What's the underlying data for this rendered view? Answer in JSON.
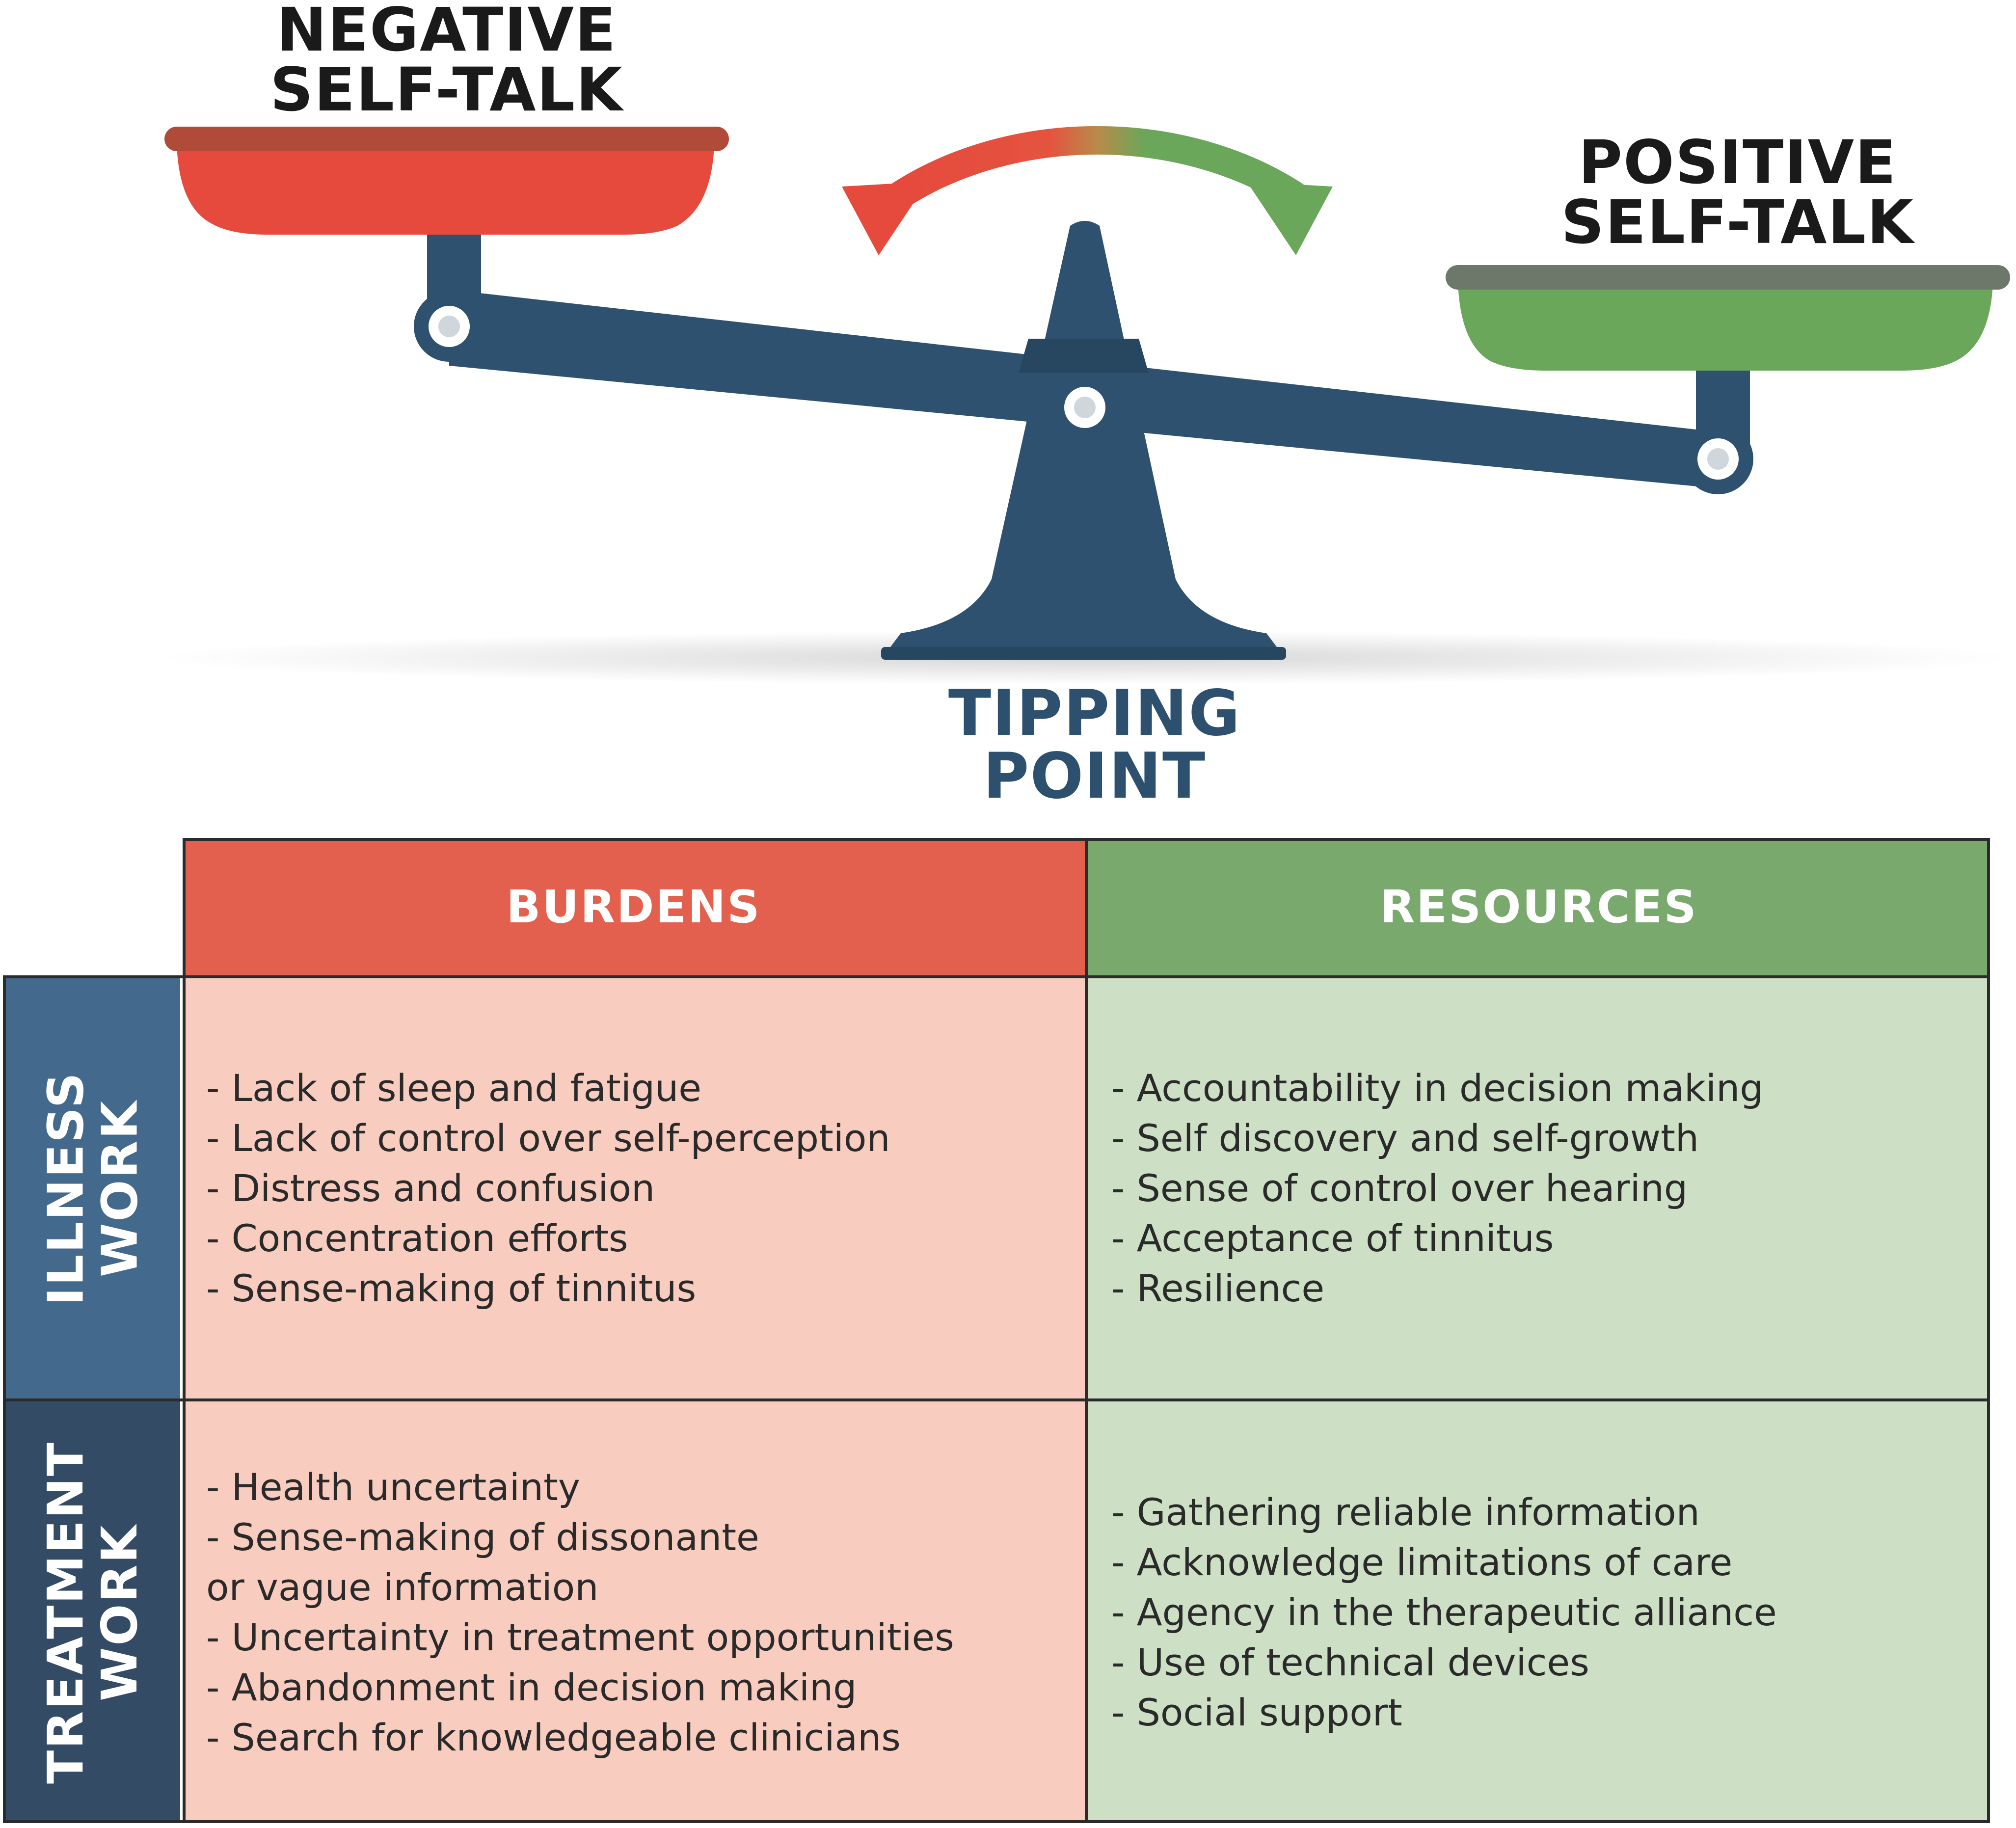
{
  "titles": {
    "negative": [
      "NEGATIVE",
      "SELF-TALK"
    ],
    "positive": [
      "POSITIVE",
      "SELF-TALK"
    ],
    "tipping": [
      "TIPPING",
      "POINT"
    ]
  },
  "table": {
    "columns": [
      "BURDENS",
      "RESOURCES"
    ],
    "rows": [
      {
        "label": [
          "ILLNESS",
          "WORK"
        ],
        "burdens": [
          "- Lack of sleep and fatigue",
          "- Lack of control over self-perception",
          "- Distress and confusion",
          "- Concentration efforts",
          "- Sense-making of tinnitus"
        ],
        "resources": [
          "- Accountability in decision making",
          "- Self discovery and self-growth",
          "- Sense of control over hearing",
          "- Acceptance of tinnitus",
          "- Resilience"
        ]
      },
      {
        "label": [
          "TREATMENT",
          "WORK"
        ],
        "burdens": [
          "- Health uncertainty",
          "- Sense-making of dissonante",
          "or vague information",
          "- Uncertainty in treatment opportunities",
          "- Abandonment in decision making",
          "- Search for knowledgeable clinicians"
        ],
        "resources": [
          "- Gathering reliable information",
          "- Acknowledge limitations of care",
          "- Agency in the therapeutic alliance",
          "- Use of technical devices",
          "- Social support"
        ]
      }
    ]
  },
  "colors": {
    "negative": "#e54a3c",
    "positive": "#6aa75a",
    "scale": "#2f5170",
    "burdens_header": "#e2604d",
    "resources_header": "#7aa96d",
    "burdens_cell": "#f8cdbf",
    "resources_cell": "#cddfc4",
    "illness_side": "#436a8c",
    "treatment_side": "#344b66"
  }
}
